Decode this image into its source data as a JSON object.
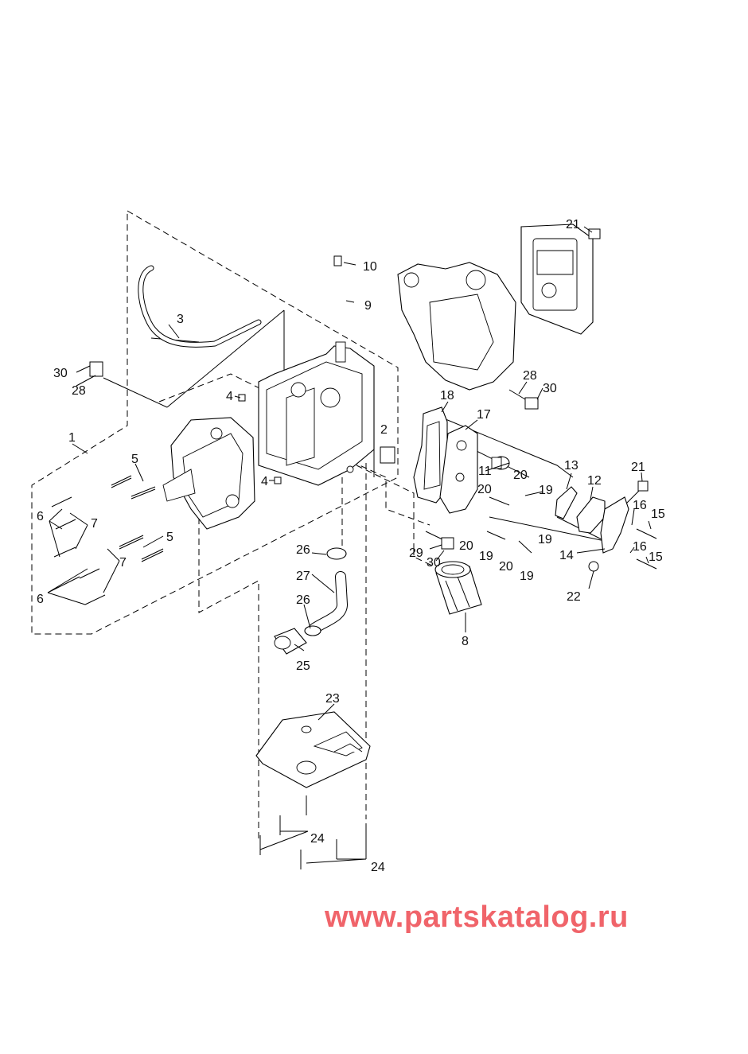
{
  "callouts": [
    {
      "id": "c1",
      "text": "1"
    },
    {
      "id": "c2",
      "text": "2"
    },
    {
      "id": "c3",
      "text": "3"
    },
    {
      "id": "c4a",
      "text": "4"
    },
    {
      "id": "c4b",
      "text": "4"
    },
    {
      "id": "c5a",
      "text": "5"
    },
    {
      "id": "c5b",
      "text": "5"
    },
    {
      "id": "c6a",
      "text": "6"
    },
    {
      "id": "c6b",
      "text": "6"
    },
    {
      "id": "c7a",
      "text": "7"
    },
    {
      "id": "c7b",
      "text": "7"
    },
    {
      "id": "c8",
      "text": "8"
    },
    {
      "id": "c9",
      "text": "9"
    },
    {
      "id": "c10",
      "text": "10"
    },
    {
      "id": "c11",
      "text": "11"
    },
    {
      "id": "c12",
      "text": "12"
    },
    {
      "id": "c13",
      "text": "13"
    },
    {
      "id": "c14",
      "text": "14"
    },
    {
      "id": "c15a",
      "text": "15"
    },
    {
      "id": "c15b",
      "text": "15"
    },
    {
      "id": "c16a",
      "text": "16"
    },
    {
      "id": "c16b",
      "text": "16"
    },
    {
      "id": "c17",
      "text": "17"
    },
    {
      "id": "c18",
      "text": "18"
    },
    {
      "id": "c19a",
      "text": "19"
    },
    {
      "id": "c19b",
      "text": "19"
    },
    {
      "id": "c19c",
      "text": "19"
    },
    {
      "id": "c19d",
      "text": "19"
    },
    {
      "id": "c20a",
      "text": "20"
    },
    {
      "id": "c20b",
      "text": "20"
    },
    {
      "id": "c20c",
      "text": "20"
    },
    {
      "id": "c20d",
      "text": "20"
    },
    {
      "id": "c21a",
      "text": "21"
    },
    {
      "id": "c21b",
      "text": "21"
    },
    {
      "id": "c22",
      "text": "22"
    },
    {
      "id": "c23",
      "text": "23"
    },
    {
      "id": "c24a",
      "text": "24"
    },
    {
      "id": "c24b",
      "text": "24"
    },
    {
      "id": "c25",
      "text": "25"
    },
    {
      "id": "c26a",
      "text": "26"
    },
    {
      "id": "c26b",
      "text": "26"
    },
    {
      "id": "c27",
      "text": "27"
    },
    {
      "id": "c28a",
      "text": "28"
    },
    {
      "id": "c28b",
      "text": "28"
    },
    {
      "id": "c29",
      "text": "29"
    },
    {
      "id": "c30a",
      "text": "30"
    },
    {
      "id": "c30b",
      "text": "30"
    },
    {
      "id": "c30c",
      "text": "30"
    }
  ],
  "watermark": "www.partskatalog.ru",
  "colors": {
    "line": "#000000",
    "watermark": "#f0646a",
    "background": "#ffffff"
  }
}
